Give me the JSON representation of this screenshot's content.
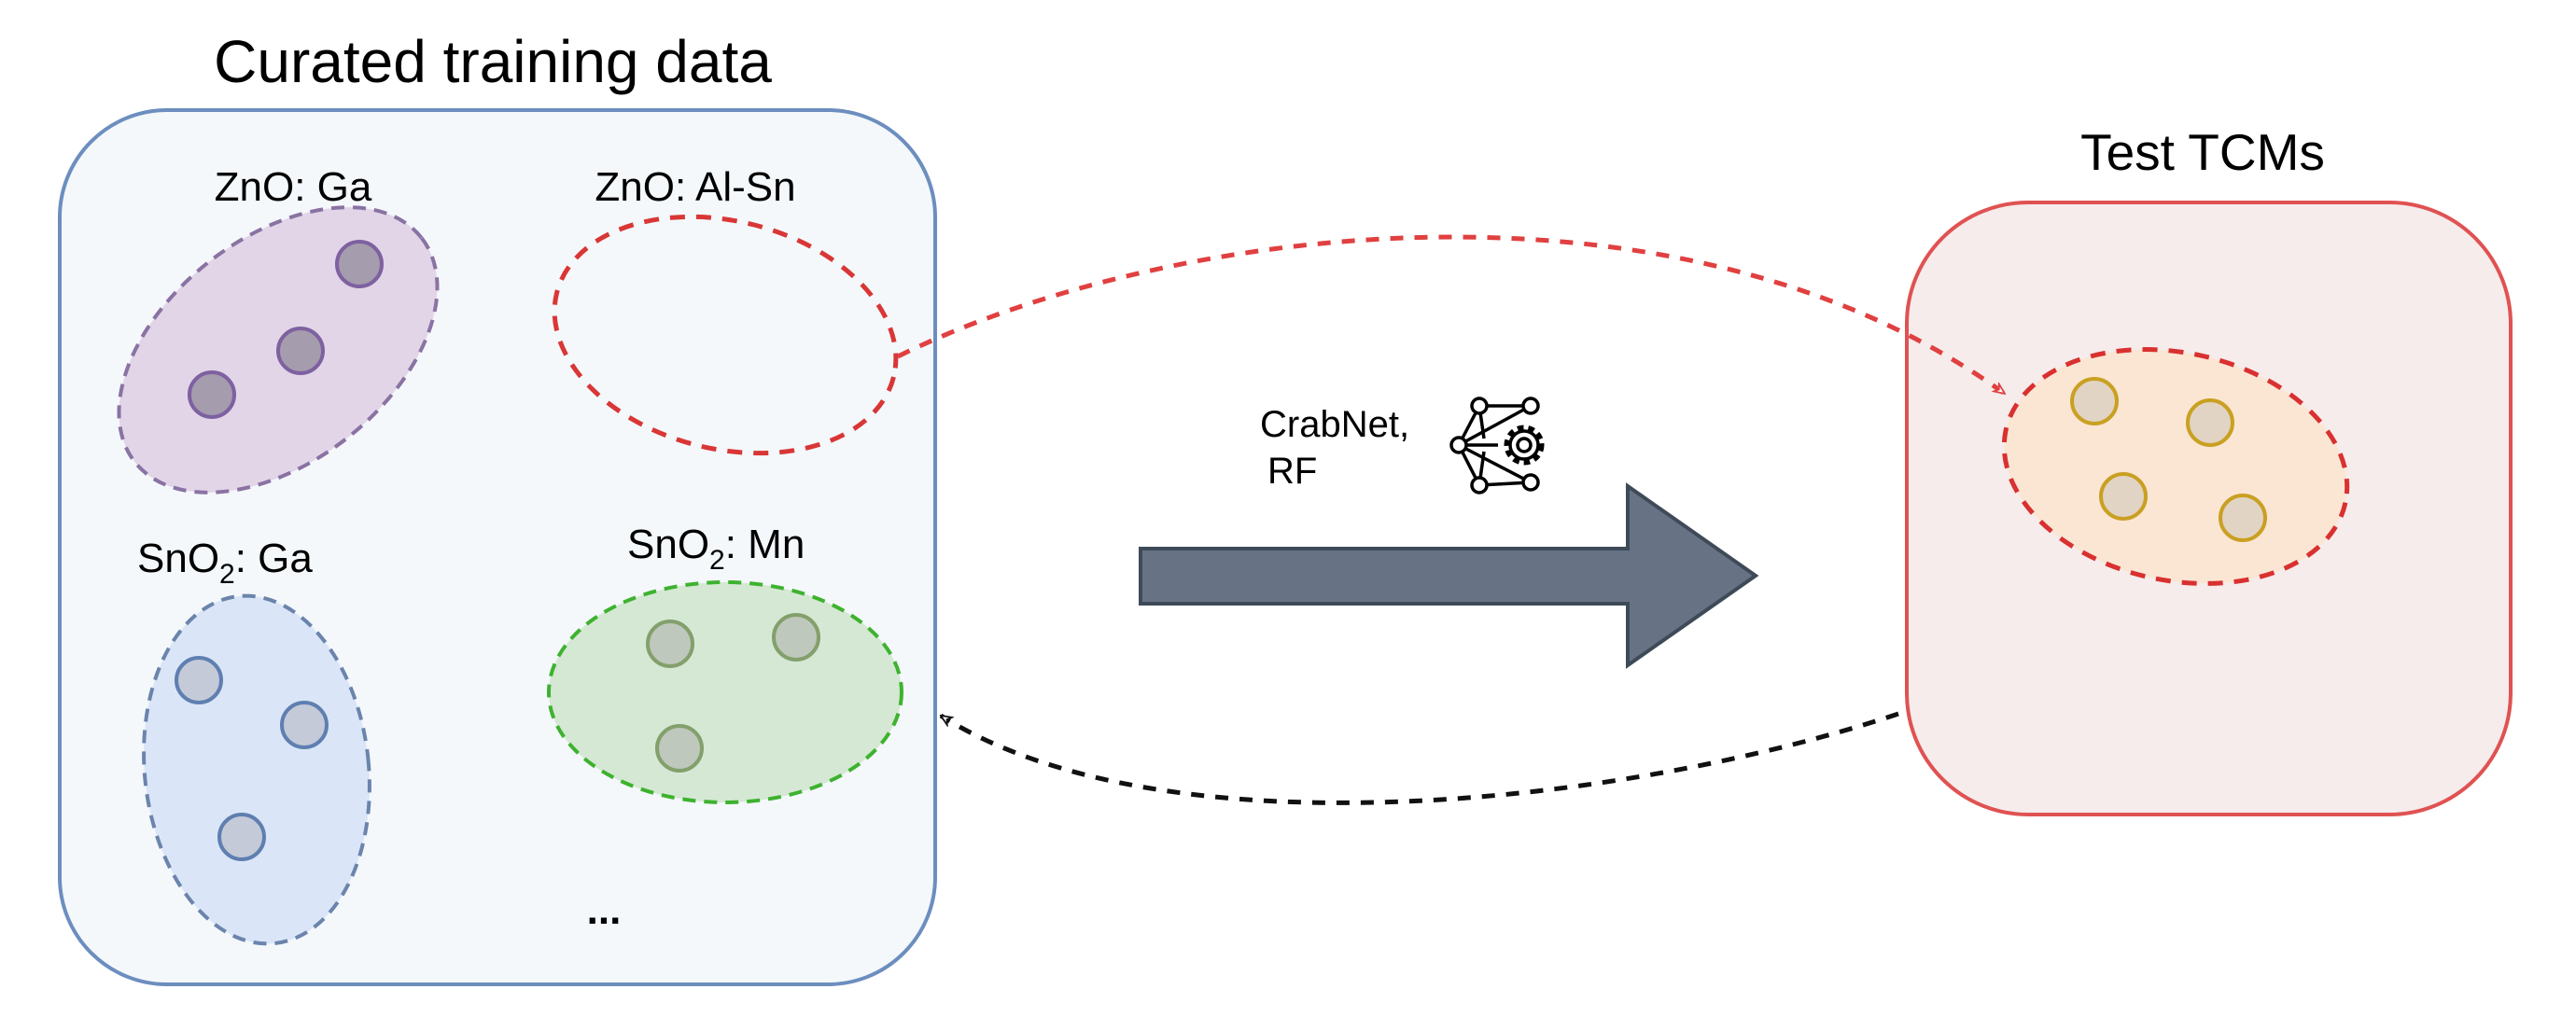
{
  "training_panel": {
    "title": "Curated training data",
    "groups": [
      {
        "id": "zno-ga",
        "label_main": "ZnO: Ga",
        "label_sub": "",
        "label_tail": "",
        "color_fill": "#e1d5e7",
        "color_stroke": "#8a72a3",
        "dot_fill": "#a59cad",
        "dot_stroke": "#7e61a0",
        "point_count": 3
      },
      {
        "id": "zno-al-sn",
        "label_main": "ZnO: Al-Sn",
        "label_sub": "",
        "label_tail": "",
        "color_fill": "none",
        "color_stroke": "#d93636",
        "point_count": 0
      },
      {
        "id": "sno2-ga",
        "label_main": "SnO",
        "label_sub": "2",
        "label_tail": ": Ga",
        "color_fill": "#dae6f8",
        "color_stroke": "#6b84ac",
        "dot_fill": "#c5cad9",
        "dot_stroke": "#5f7fb0",
        "point_count": 3
      },
      {
        "id": "sno2-mn",
        "label_main": "SnO",
        "label_sub": "2",
        "label_tail": ": Mn",
        "color_fill": "#d5e8d4",
        "color_stroke": "#3eb22f",
        "dot_fill": "#bfc8bc",
        "dot_stroke": "#83a06c",
        "point_count": 3
      }
    ],
    "ellipsis": "...",
    "border_color": "#6c8ebf",
    "background_color": "#f4f8fb"
  },
  "model": {
    "line1": "CrabNet,",
    "line2": "RF",
    "icon": "neural-network-gear-icon",
    "arrow_color": "#677385"
  },
  "test_panel": {
    "title": "Test TCMs",
    "border_color": "#e05252",
    "background_color": "#f6ecec",
    "group": {
      "color_fill": "#fbe6d4",
      "color_stroke": "#d93030",
      "dot_fill": "#e2d4c4",
      "dot_stroke": "#c9a022",
      "point_count": 4
    }
  },
  "connectors": [
    {
      "id": "holdout-to-test",
      "from": "ZnO: Al-Sn",
      "to": "Test TCMs",
      "style": "dashed",
      "color": "#e04040"
    },
    {
      "id": "test-to-training",
      "from": "Test TCMs",
      "to": "Curated training data",
      "style": "dashed",
      "color": "#111111"
    }
  ]
}
